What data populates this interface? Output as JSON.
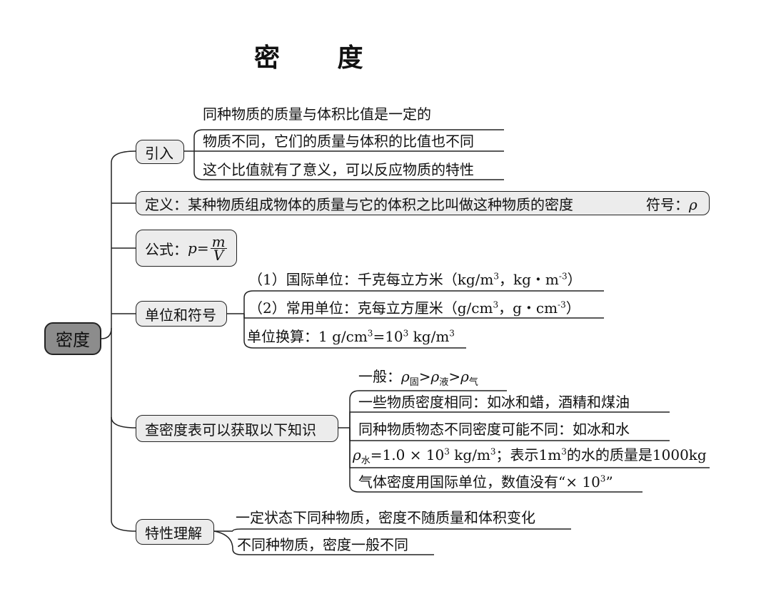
{
  "title": "密 度",
  "root": "密度",
  "intro": {
    "label": "引入",
    "items": [
      "同种物质的质量与体积比值是一定的",
      "物质不同，它们的质量与体积的比值也不同",
      "这个比值就有了意义，可以反应物质的特性"
    ]
  },
  "definition": {
    "text": "定义：某种物质组成物体的质量与它的体积之比叫做这种物质的密度",
    "symbol_label": "符号：",
    "symbol": "ρ"
  },
  "formula": {
    "prefix": "公式：",
    "var": "p",
    "eq": "=",
    "numerator": "m",
    "denominator": "V"
  },
  "units": {
    "label": "单位和符号",
    "si": {
      "prefix": "（1）国际单位：千克每立方米（kg/m",
      "p1": "3",
      "mid": "，kg・m",
      "p2": "-3",
      "suffix": "）"
    },
    "common": {
      "prefix": "（2）常用单位：克每立方厘米（g/cm",
      "p1": "3",
      "mid": "，g・cm",
      "p2": "-3",
      "suffix": "）"
    },
    "conversion": {
      "prefix": "单位换算：1 g/cm",
      "p1": "3",
      "mid": "=10",
      "p2": "3",
      "mid2": " kg/m",
      "p3": "3"
    }
  },
  "table": {
    "label": "查密度表可以获取以下知识",
    "general": {
      "prefix": "一般：",
      "rho": "ρ",
      "s1": "固",
      "gt": ">",
      "s2": "液",
      "s3": "气"
    },
    "items": [
      "一些物质密度相同：如冰和蜡，酒精和煤油",
      "同种物质物态不同密度可能不同：如冰和水"
    ],
    "water": {
      "rho": "ρ",
      "sub": "水",
      "val": "=1.0 × 10",
      "p1": "3",
      "unit": " kg/m",
      "p2": "3",
      "mid": "；表示1m",
      "p3": "3",
      "tail": "的水的质量是1000kg"
    },
    "gas": {
      "prefix": "气体密度用国际单位，数值没有“× 10",
      "p": "3",
      "suffix": "”"
    }
  },
  "property": {
    "label": "特性理解",
    "items": [
      "一定状态下同种物质，密度不随质量和体积变化",
      "不同种物质，密度一般不同"
    ]
  }
}
